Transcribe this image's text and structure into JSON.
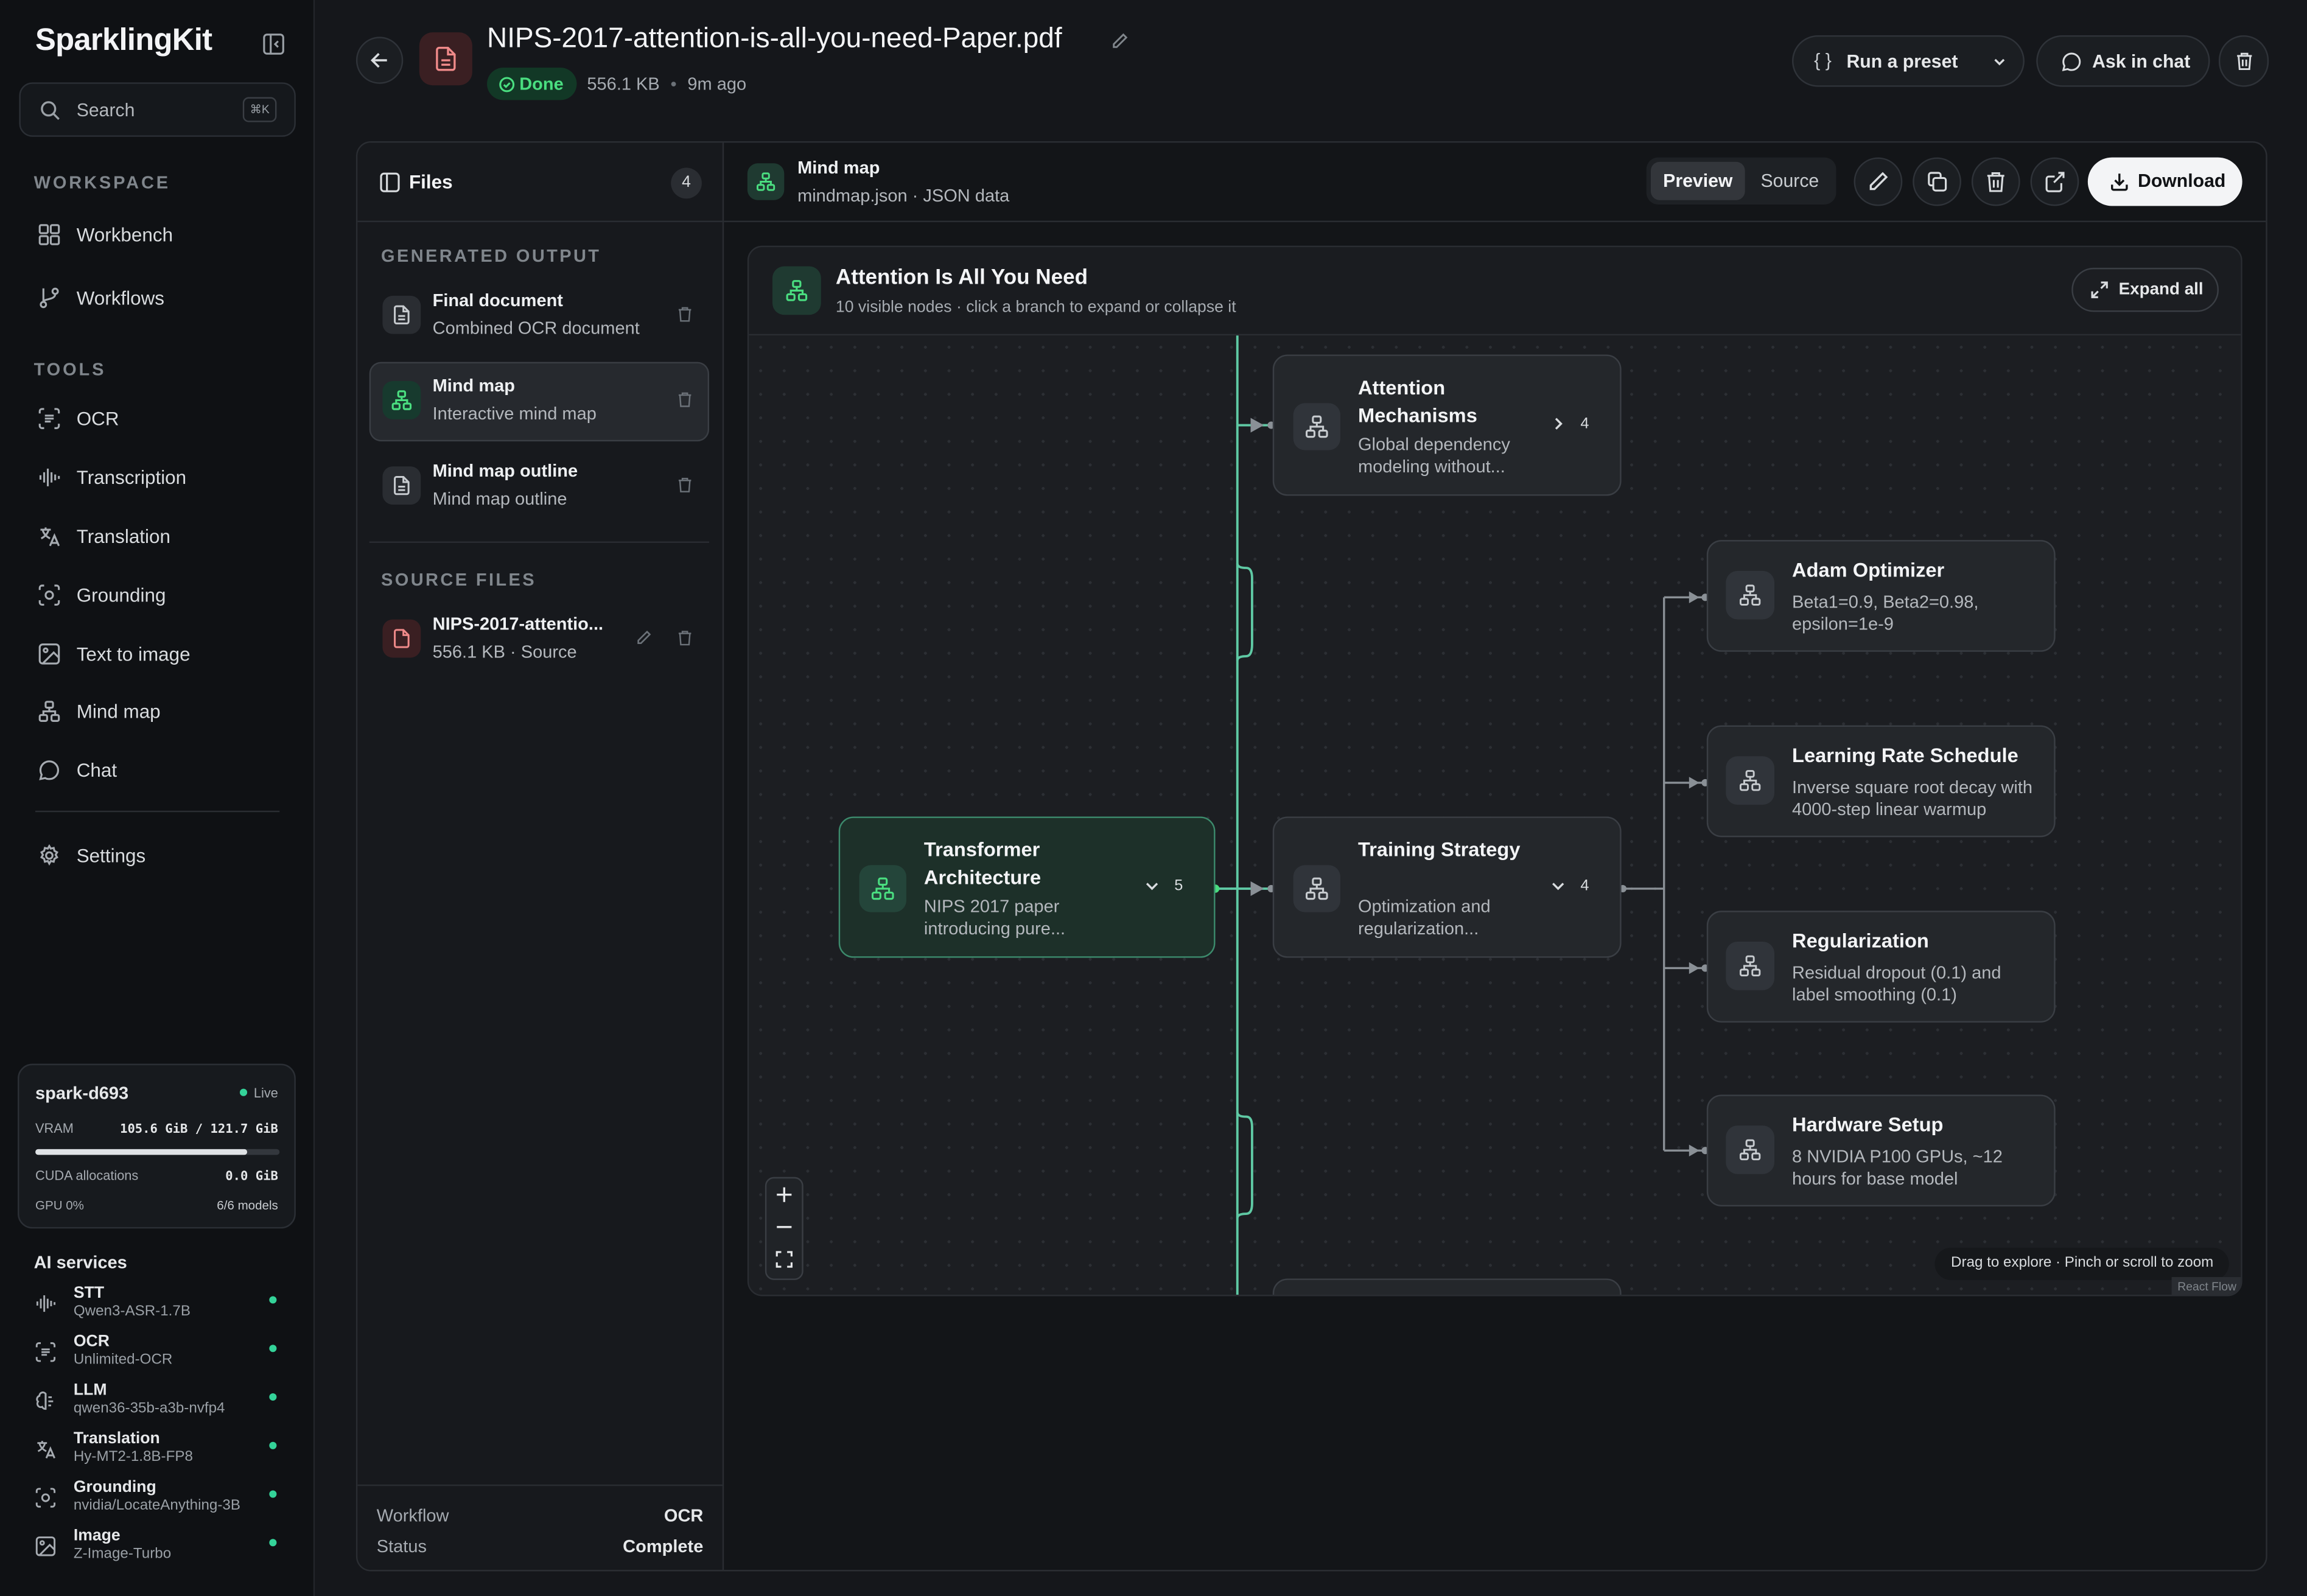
{
  "sidebar": {
    "brand": "SparklingKit",
    "search": {
      "label": "Search",
      "shortcut": "⌘K"
    },
    "workspace_title": "WORKSPACE",
    "workspace_items": [
      {
        "label": "Workbench",
        "icon": "grid-icon"
      },
      {
        "label": "Workflows",
        "icon": "branch-icon"
      }
    ],
    "tools_title": "TOOLS",
    "tool_items": [
      {
        "label": "OCR",
        "icon": "scan-text-icon"
      },
      {
        "label": "Transcription",
        "icon": "waveform-icon"
      },
      {
        "label": "Translation",
        "icon": "languages-icon"
      },
      {
        "label": "Grounding",
        "icon": "scan-target-icon"
      },
      {
        "label": "Text to image",
        "icon": "image-icon"
      },
      {
        "label": "Mind map",
        "icon": "network-icon"
      },
      {
        "label": "Chat",
        "icon": "chat-bubble-icon"
      }
    ],
    "settings_label": "Settings",
    "gpu": {
      "host": "spark-d693",
      "status": "Live",
      "vram_label": "VRAM",
      "vram_value": "105.6 GiB / 121.7 GiB",
      "vram_fraction": 0.868,
      "cuda_label": "CUDA allocations",
      "cuda_value": "0.0 GiB",
      "gpu_label": "GPU 0%",
      "models_label": "6/6 models"
    },
    "ai_services_title": "AI services",
    "services": [
      {
        "name": "STT",
        "model": "Qwen3-ASR-1.7B",
        "icon": "waveform-icon"
      },
      {
        "name": "OCR",
        "model": "Unlimited-OCR",
        "icon": "scan-text-icon"
      },
      {
        "name": "LLM",
        "model": "qwen36-35b-a3b-nvfp4",
        "icon": "brain-icon"
      },
      {
        "name": "Translation",
        "model": "Hy-MT2-1.8B-FP8",
        "icon": "languages-icon"
      },
      {
        "name": "Grounding",
        "model": "nvidia/LocateAnything-3B",
        "icon": "scan-target-icon"
      },
      {
        "name": "Image",
        "model": "Z-Image-Turbo",
        "icon": "image-icon"
      }
    ]
  },
  "header": {
    "title": "NIPS-2017-attention-is-all-you-need-Paper.pdf",
    "status": "Done",
    "size": "556.1 KB",
    "separator": "•",
    "time": "9m ago",
    "preset_label": "Run a preset",
    "preset_icon": "{ }",
    "chat_label": "Ask in chat"
  },
  "files": {
    "title": "Files",
    "count": "4",
    "generated_title": "GENERATED OUTPUT",
    "generated": [
      {
        "name": "Final document",
        "desc": "Combined OCR document"
      },
      {
        "name": "Mind map",
        "desc": "Interactive mind map"
      },
      {
        "name": "Mind map outline",
        "desc": "Mind map outline"
      }
    ],
    "source_title": "SOURCE FILES",
    "source": [
      {
        "name": "NIPS-2017-attentio...",
        "desc": "556.1 KB · Source"
      }
    ],
    "footer": {
      "workflow_label": "Workflow",
      "workflow_value": "OCR",
      "status_label": "Status",
      "status_value": "Complete"
    }
  },
  "viewer": {
    "title": "Mind map",
    "subtitle": "mindmap.json · JSON data",
    "preview_label": "Preview",
    "source_label": "Source",
    "download_label": "Download"
  },
  "mindmap": {
    "title": "Attention Is All You Need",
    "subtitle": "10 visible nodes · click a branch to expand or collapse it",
    "expand_label": "Expand all",
    "root": {
      "title": "Transformer Architecture",
      "desc": "NIPS 2017 paper introducing pure...",
      "count": "5"
    },
    "branches": [
      {
        "title": "Attention Mechanisms",
        "desc": "Global dependency modeling without...",
        "count": "4"
      },
      {
        "title": "Training Strategy",
        "desc": "Optimization and regularization...",
        "count": "4"
      }
    ],
    "leaves": [
      {
        "title": "Adam Optimizer",
        "desc": "Beta1=0.9, Beta2=0.98, epsilon=1e-9"
      },
      {
        "title": "Learning Rate Schedule",
        "desc": "Inverse square root decay with 4000-step linear warmup"
      },
      {
        "title": "Regularization",
        "desc": "Residual dropout (0.1) and label smoothing (0.1)"
      },
      {
        "title": "Hardware Setup",
        "desc": "8 NVIDIA P100 GPUs, ~12 hours for base model"
      }
    ],
    "hint": "Drag to explore · Pinch or scroll to zoom",
    "attribution": "React Flow",
    "colors": {
      "accent": "#4ade80",
      "edge": "#5fc9a4"
    }
  }
}
